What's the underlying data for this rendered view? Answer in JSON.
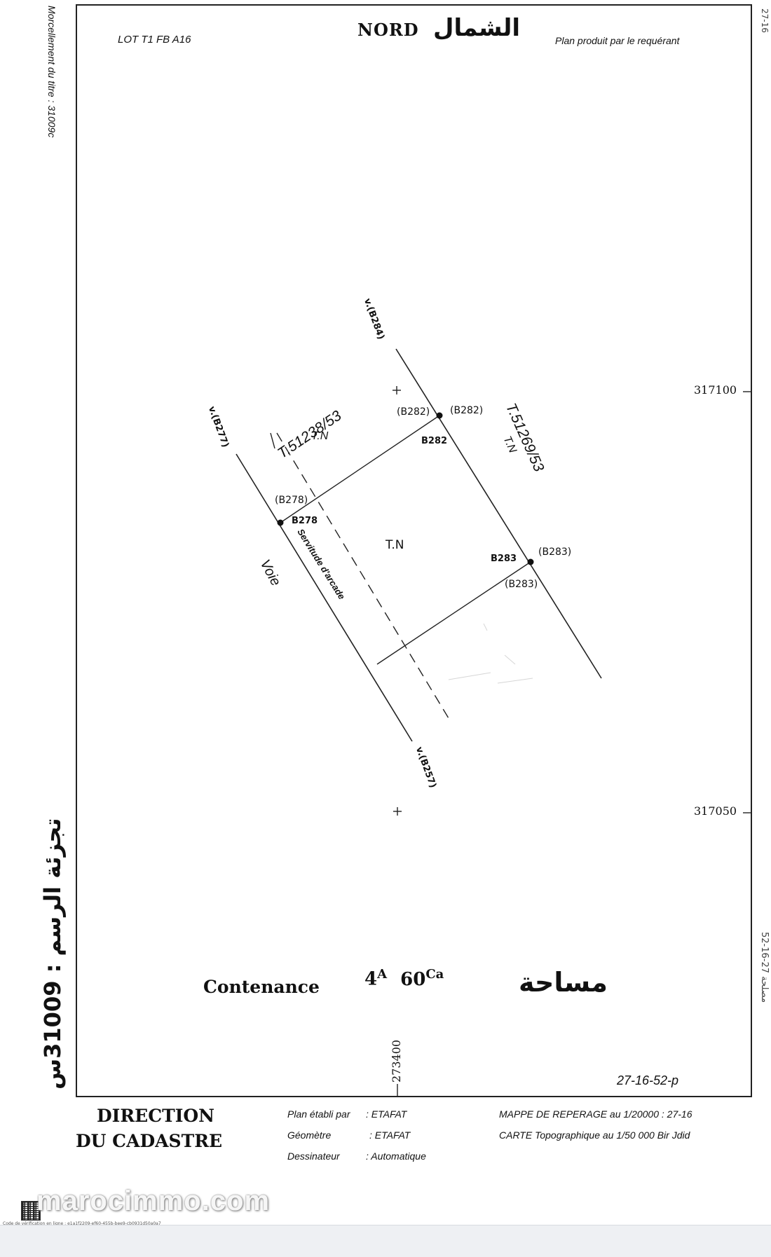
{
  "header": {
    "lot": "LOT T1 FB A16",
    "north_fr": "NORD",
    "north_ar": "الشمال",
    "plan_note": "Plan produit par le requérant"
  },
  "left_margin": {
    "morcellement": "Morcellement du titre : 31009c",
    "arabic_title": "تجزئة الرسم : 31009س"
  },
  "right_margin": {
    "edge_top": "27-16",
    "edge_bottom": "مصلحة 27-16-52"
  },
  "coords": {
    "y_top": "317100",
    "y_bottom": "317050",
    "x_label": "273400",
    "ref": "27-16-52-p"
  },
  "plot": {
    "neighbor_left": "T.51238/53",
    "neighbor_left_tn": "T.N",
    "neighbor_right": "T.51269/53",
    "neighbor_right_tn": "T.N",
    "center_tn": "T.N",
    "road": "Voie",
    "servitude": "Servitude d'arcade",
    "v_b284": "v.(B284)",
    "v_b277": "v.(B277)",
    "v_b257": "v.(B257)",
    "b282_paren_left": "(B282)",
    "b282_paren_right": "(B282)",
    "b282": "B282",
    "b278_paren": "(B278)",
    "b278": "B278",
    "b283_paren_right": "(B283)",
    "b283_paren_below": "(B283)",
    "b283": "B283"
  },
  "area": {
    "label": "Contenance",
    "ha": "4",
    "ha_unit": "A",
    "ca": "60",
    "ca_unit": "Ca",
    "label_ar": "مساحة"
  },
  "footer": {
    "direction_line1": "DIRECTION",
    "direction_line2": "DU CADASTRE",
    "plan_etabli_label": "Plan établi par",
    "plan_etabli_value": ": ETAFAT",
    "geometre_label": "Géomètre",
    "geometre_value": ": ETAFAT",
    "dessinateur_label": "Dessinateur",
    "dessinateur_value": ": Automatique",
    "mappe": "MAPPE DE REPERAGE au 1/20000 : 27-16",
    "carte": "CARTE Topographique au 1/50 000 Bir Jdid"
  },
  "watermark": "marocimmo.com",
  "verification": "Code de vérification en ligne : e1a1f2209-ef60-455b-bee9-cb0931d50a0a7"
}
